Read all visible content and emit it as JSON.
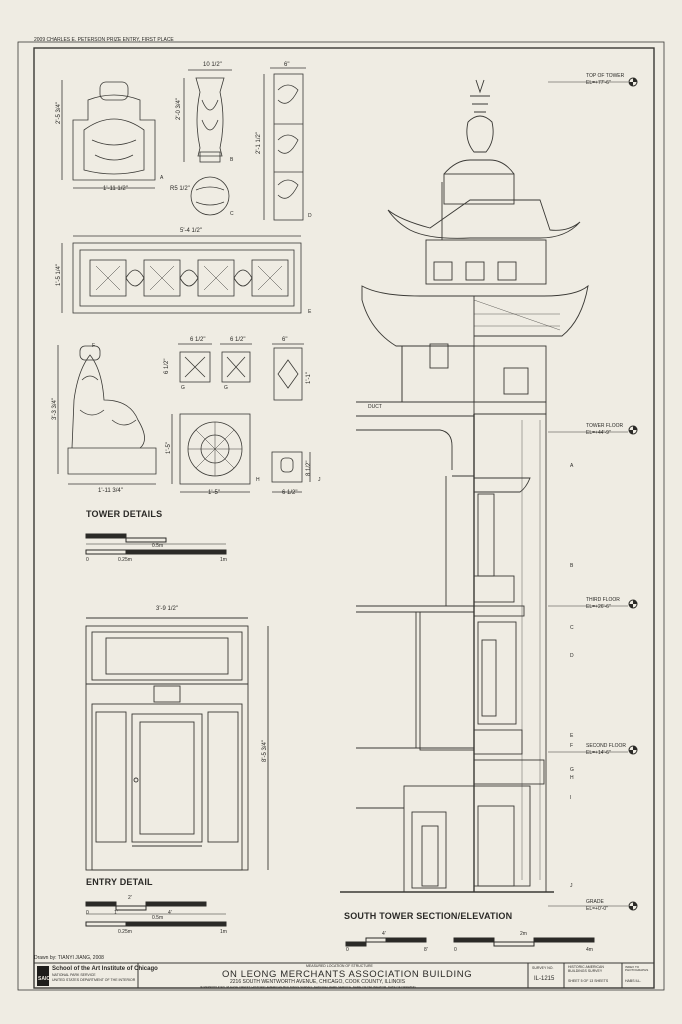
{
  "header": {
    "competition": "2009 CHARLES E. PETERSON PRIZE ENTRY, FIRST PLACE"
  },
  "details": {
    "title": "TOWER DETAILS",
    "letters": [
      "A",
      "B",
      "C",
      "D",
      "E",
      "F",
      "G",
      "H",
      "J"
    ],
    "dims": {
      "a_height": "2'-5 3/4\"",
      "a_width": "1'-11 1/2\"",
      "b_width": "10 1/2\"",
      "b_height": "2'-0 3/4\"",
      "c_radius": "R5 1/2\"",
      "d_width": "6\"",
      "d_height": "2'-1 1/2\"",
      "e_width": "5'-4 1/2\"",
      "e_height": "1'-5 1/4\"",
      "f_height": "3'-3 3/4\"",
      "f_width": "1'-11 3/4\"",
      "g1": "6 1/2\"",
      "g2": "6 1/2\"",
      "g_h": "6 1/2\"",
      "h_width": "1'-5\"",
      "h_height": "1'-5\"",
      "j_top": "6\"",
      "j_height": "1'-1\"",
      "j_small": "8 1/2\"",
      "j_w": "6 1/2\""
    },
    "scale": {
      "m1": "0.5m",
      "m2": "0",
      "m3": "0.25m",
      "m4": "1m"
    }
  },
  "entry": {
    "title": "ENTRY DETAIL",
    "width": "3'-9 1/2\"",
    "height": "8'-5 3/4\"",
    "scale": {
      "a": "0",
      "b": "1'",
      "c": "2'",
      "d": "4'",
      "e": "0.5m",
      "f": "0.25m",
      "g": "1m"
    }
  },
  "elevation": {
    "title": "SOUTH TOWER SECTION/ELEVATION",
    "duct": "DUCT",
    "levels": [
      {
        "name": "TOP OF TOWER",
        "el": "EL=+77'-6\""
      },
      {
        "name": "TOWER FLOOR",
        "el": "EL=+44'-9\""
      },
      {
        "name": "THIRD FLOOR",
        "el": "EL=+26'-6\""
      },
      {
        "name": "SECOND FLOOR",
        "el": "EL=+14'-6\""
      },
      {
        "name": "GRADE",
        "el": "EL=+0'-0\""
      }
    ],
    "markers": [
      "A",
      "B",
      "C",
      "D",
      "E",
      "F",
      "G",
      "H",
      "I",
      "J"
    ],
    "scale": {
      "a": "0",
      "b": "4'",
      "c": "8'",
      "d": "0",
      "e": "2m",
      "f": "4m"
    }
  },
  "title_block": {
    "drawn_by": "Drawn by: TIANYI JIANG, 2008",
    "school": "School of the Art Institute of Chicago",
    "school_sub1": "NATIONAL PARK SERVICE",
    "school_sub2": "UNITED STATES DEPARTMENT OF THE INTERIOR",
    "logo": "SAIC",
    "building_name": "ON LEONG MERCHANTS ASSOCIATION BUILDING",
    "address": "2216 SOUTH WENTWORTH AVENUE, CHICAGO, COOK COUNTY, ILLINOIS",
    "top_note": "MEASURED LOCATION OF STRUCTURE",
    "fine_print": "IF REPRODUCED, PLEASE CREDIT: HISTORIC AMERICAN BUILDINGS SURVEY, NATIONAL PARK SERVICE, NAME OF DELINEATOR, DATE OF DRAWING",
    "survey_no_label": "SURVEY NO.",
    "survey_no": "IL-1215",
    "habs": "HISTORIC AMERICAN BUILDINGS SURVEY",
    "sheet": "SHEET 5 OF 13 SHEETS",
    "index_label": "INDEX TO PHOTOGRAPHS",
    "page_ref": "HABS ILL."
  }
}
